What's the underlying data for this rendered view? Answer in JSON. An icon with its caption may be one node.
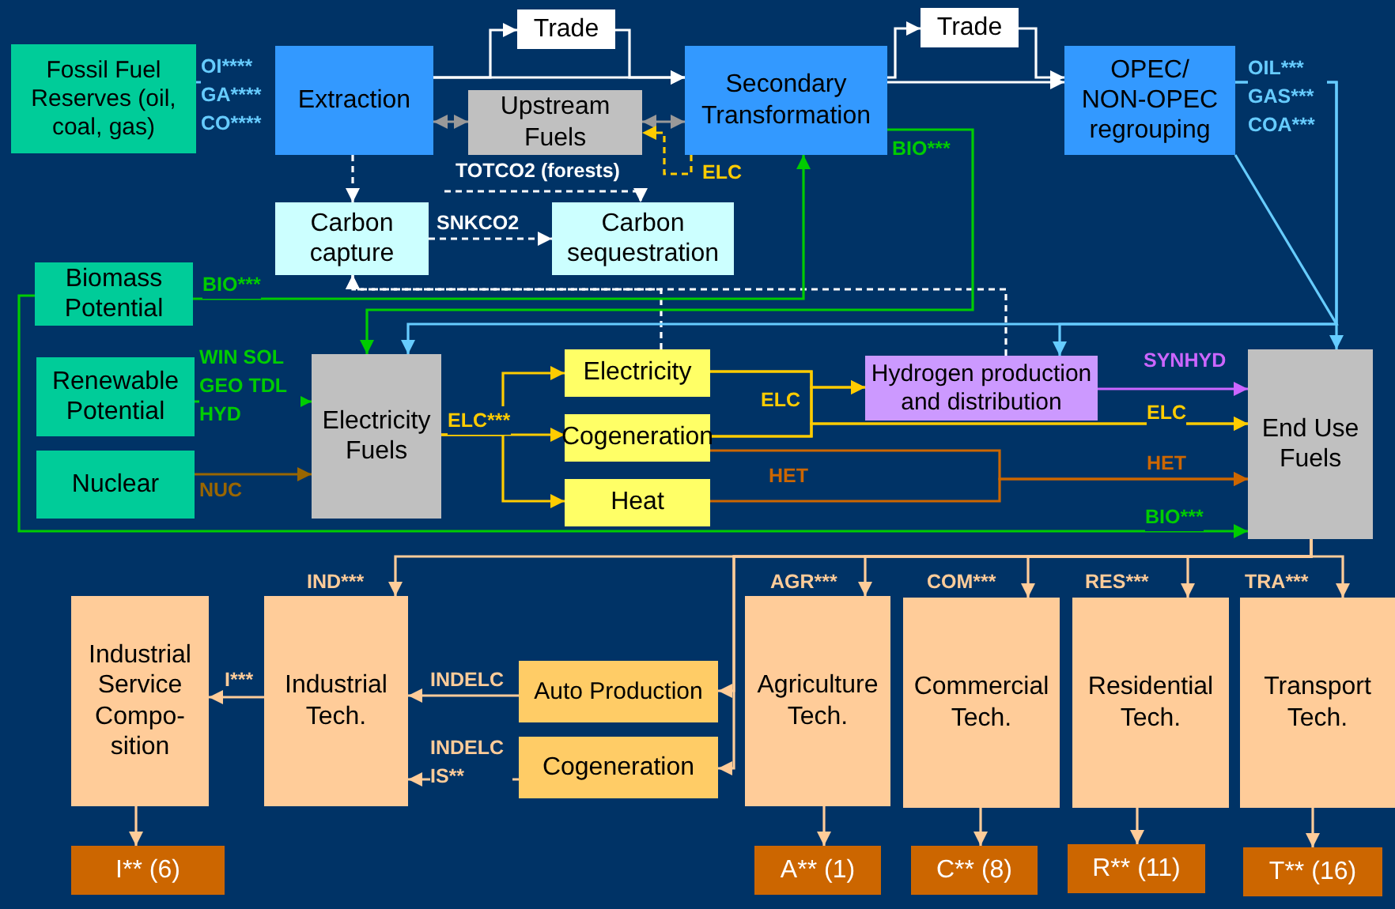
{
  "diagram": {
    "nodes": [
      {
        "text": [
          "Fossil Fuel Reserves (oil, coal, gas)"
        ]
      },
      {
        "text": [
          "Extraction"
        ]
      },
      {
        "text": [
          "Trade"
        ]
      },
      {
        "text": [
          "Upstream Fuels"
        ]
      },
      {
        "text": [
          "Secondary Transformation"
        ]
      },
      {
        "text": [
          "Trade"
        ]
      },
      {
        "text": [
          "OPEC/ NON-OPEC regrouping"
        ]
      },
      {
        "text": [
          "Carbon capture"
        ]
      },
      {
        "text": [
          "Carbon sequestration"
        ]
      },
      {
        "text": [
          "Biomass Potential"
        ]
      },
      {
        "text": [
          "Renewable Potential"
        ]
      },
      {
        "text": [
          "Nuclear"
        ]
      },
      {
        "text": [
          "Electricity Fuels"
        ]
      },
      {
        "text": [
          "Electricity"
        ]
      },
      {
        "text": [
          "Cogeneration"
        ]
      },
      {
        "text": [
          "Heat"
        ]
      },
      {
        "text": [
          "Hydrogen production and distribution"
        ]
      },
      {
        "text": [
          "End Use Fuels"
        ]
      },
      {
        "text": [
          "Industrial Service Compo- sition"
        ]
      },
      {
        "text": [
          "Industrial Tech."
        ]
      },
      {
        "text": [
          "Auto Production"
        ]
      },
      {
        "text": [
          "Cogeneration"
        ]
      },
      {
        "text": [
          "Agriculture Tech."
        ]
      },
      {
        "text": [
          "Commercial Tech."
        ]
      },
      {
        "text": [
          "Residential Tech."
        ]
      },
      {
        "text": [
          "Transport Tech."
        ]
      },
      {
        "text": [
          "I** (6)"
        ]
      },
      {
        "text": [
          "A** (1)"
        ]
      },
      {
        "text": [
          "C** (8)"
        ]
      },
      {
        "text": [
          "R** (11)"
        ]
      },
      {
        "text": [
          "T** (16)"
        ]
      }
    ],
    "edges": [
      {
        "from": 0,
        "to": 1,
        "arrow": "to",
        "label": "OI**** GA**** CO****",
        "color": "#66ccff"
      },
      {
        "from": 1,
        "to": 4,
        "arrow": "to",
        "color": "#ffffff"
      },
      {
        "from": 1,
        "to": 2,
        "arrow": "to",
        "color": "#ffffff"
      },
      {
        "from": 2,
        "to": 4,
        "arrow": "to",
        "color": "#ffffff"
      },
      {
        "from": 1,
        "to": 3,
        "arrow": "both",
        "color": "#999999"
      },
      {
        "from": 3,
        "to": 4,
        "arrow": "both",
        "color": "#999999"
      },
      {
        "from": 4,
        "to": 6,
        "arrow": "to",
        "color": "#ffffff"
      },
      {
        "from": 4,
        "to": 5,
        "arrow": "to",
        "color": "#ffffff"
      },
      {
        "from": 5,
        "to": 6,
        "arrow": "to",
        "color": "#ffffff"
      },
      {
        "from": 1,
        "to": 7,
        "arrow": "to",
        "style": "dashed",
        "color": "#ffffff"
      },
      {
        "from": 7,
        "to": 8,
        "arrow": "to",
        "label": "SNKCO2",
        "style": "dashed",
        "color": "#ffffff"
      },
      {
        "from": null,
        "to": 8,
        "arrow": "to",
        "label": "TOTCO2 (forests)",
        "style": "dashed",
        "color": "#ffffff"
      },
      {
        "from": 4,
        "to": 3,
        "arrow": "to",
        "label": "ELC",
        "style": "dashed",
        "color": "#ffcc00"
      },
      {
        "from": 13,
        "to": 7,
        "arrow": "to",
        "style": "dashed",
        "color": "#ffffff"
      },
      {
        "from": 16,
        "to": 7,
        "arrow": "to",
        "style": "dashed",
        "color": "#ffffff"
      },
      {
        "from": 9,
        "to": 4,
        "arrow": "to",
        "label": "BIO***",
        "color": "#00cc00"
      },
      {
        "from": 4,
        "to": 12,
        "arrow": "to",
        "label": "BIO***",
        "color": "#00cc00"
      },
      {
        "from": 9,
        "to": 17,
        "arrow": "to",
        "label": "BIO***",
        "color": "#00cc00"
      },
      {
        "from": 6,
        "to": 17,
        "arrow": "to",
        "label": "OIL*** GAS*** COA***",
        "color": "#66ccff"
      },
      {
        "from": 6,
        "to": 12,
        "arrow": "to",
        "color": "#66ccff"
      },
      {
        "from": 6,
        "to": 16,
        "arrow": "to",
        "color": "#66ccff"
      },
      {
        "from": 10,
        "to": 12,
        "arrow": "to",
        "label": "WIN SOL GEO TDL HYD",
        "color": "#00cc00"
      },
      {
        "from": 11,
        "to": 12,
        "arrow": "to",
        "label": "NUC",
        "color": "#996600"
      },
      {
        "from": 12,
        "to": 13,
        "arrow": "to",
        "label": "ELC***",
        "color": "#ffcc00"
      },
      {
        "from": 12,
        "to": 14,
        "arrow": "to",
        "color": "#ffcc00"
      },
      {
        "from": 12,
        "to": 15,
        "arrow": "to",
        "color": "#ffcc00"
      },
      {
        "from": 13,
        "to": 16,
        "arrow": "to",
        "label": "ELC",
        "color": "#ffcc00"
      },
      {
        "from": 14,
        "to": 16,
        "arrow": "to",
        "color": "#ffcc00"
      },
      {
        "from": 13,
        "to": 17,
        "arrow": "to",
        "label": "ELC",
        "color": "#ffcc00"
      },
      {
        "from": 14,
        "to": 17,
        "arrow": "to",
        "color": "#ffcc00"
      },
      {
        "from": 16,
        "to": 17,
        "arrow": "to",
        "label": "SYNHYD",
        "color": "#cc66ff"
      },
      {
        "from": 14,
        "to": 17,
        "arrow": "to",
        "label": "HET",
        "color": "#cc6600"
      },
      {
        "from": 15,
        "to": 17,
        "arrow": "to",
        "label": "HET",
        "color": "#cc6600"
      },
      {
        "from": 17,
        "to": 19,
        "arrow": "to",
        "label": "IND***"
      },
      {
        "from": 17,
        "to": 22,
        "arrow": "to",
        "label": "AGR***"
      },
      {
        "from": 17,
        "to": 23,
        "arrow": "to",
        "label": "COM***"
      },
      {
        "from": 17,
        "to": 24,
        "arrow": "to",
        "label": "RES***"
      },
      {
        "from": 17,
        "to": 25,
        "arrow": "to",
        "label": "TRA***"
      },
      {
        "from": 17,
        "to": 20,
        "arrow": "to"
      },
      {
        "from": 17,
        "to": 21,
        "arrow": "to"
      },
      {
        "from": 20,
        "to": 19,
        "arrow": "to",
        "label": "INDELC"
      },
      {
        "from": 21,
        "to": 19,
        "arrow": "to",
        "label": "INDELC IS**"
      },
      {
        "from": 19,
        "to": 18,
        "arrow": "to",
        "label": "I***"
      },
      {
        "from": 18,
        "to": 26,
        "arrow": "to"
      },
      {
        "from": 22,
        "to": 27,
        "arrow": "to"
      },
      {
        "from": 23,
        "to": 28,
        "arrow": "to"
      },
      {
        "from": 24,
        "to": 29,
        "arrow": "to"
      },
      {
        "from": 25,
        "to": 30,
        "arrow": "to"
      }
    ]
  }
}
